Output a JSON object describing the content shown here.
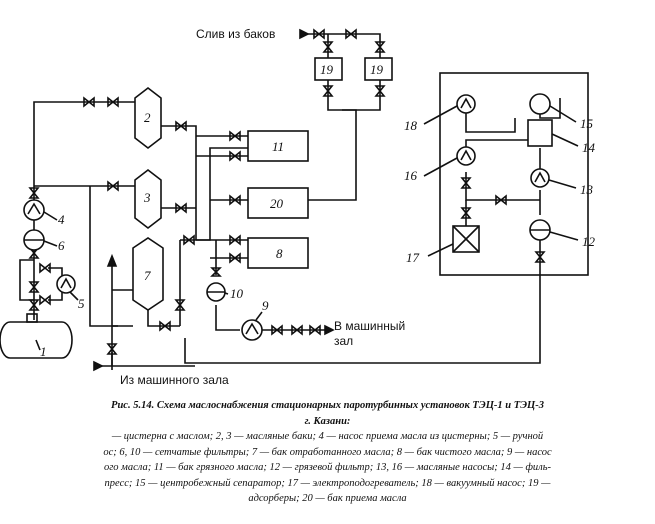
{
  "labels": {
    "drain": "Слив из баков",
    "to_turbine_hall": "В машинный",
    "to_turbine_hall_2": "зал",
    "from_turbine_hall": "Из машинного зала"
  },
  "numbers": {
    "n1": "1",
    "n2": "2",
    "n3": "3",
    "n4": "4",
    "n5": "5",
    "n6": "6",
    "n7": "7",
    "n8": "8",
    "n9": "9",
    "n10": "10",
    "n11": "11",
    "n12": "12",
    "n13": "13",
    "n14": "14",
    "n15": "15",
    "n16": "16",
    "n17": "17",
    "n18": "18",
    "n19a": "19",
    "n19b": "19",
    "n20": "20"
  },
  "caption": {
    "title_line1": "Рис. 5.14. Схема маслоснабжения стационарных паротурбинных установок ТЭЦ-1 и ТЭЦ-3",
    "title_line2": "г. Казани:",
    "line1": "— цистерна с маслом; 2, 3 — масляные баки; 4 — насос приема масла из цистерны; 5 — ручной",
    "line2": "ос; 6, 10 — сетчатые фильтры; 7 — бак отработанного масла; 8 — бак чистого масла; 9 — насос",
    "line3": "ого масла; 11 — бак грязного масла; 12 — грязевой фильтр; 13, 16 — масляные насосы; 14 — филь-",
    "line4": "пресс; 15 — центробежный сепаратор; 17 — электроподогреватель; 18 — вакуумный насос; 19 —",
    "line5": "адсорберы; 20 — бак приема масла"
  }
}
